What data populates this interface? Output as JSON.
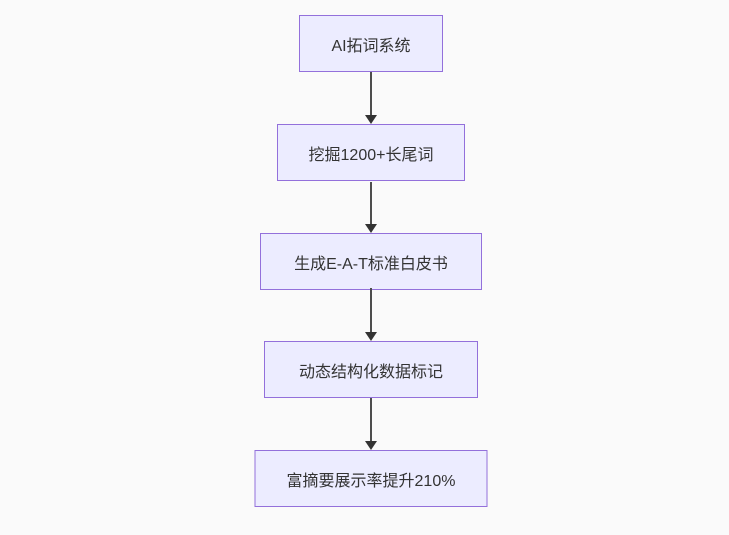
{
  "diagram": {
    "type": "flowchart",
    "direction": "top-down",
    "colors": {
      "background": "#fafafa",
      "node_fill": "#ECECFF",
      "node_border": "#9370DB",
      "node_text": "#333333",
      "edge_line": "#4d4d4d",
      "edge_arrowhead": "#333333"
    },
    "nodes": [
      {
        "label": "AI拓词系统"
      },
      {
        "label": "挖掘1200+长尾词"
      },
      {
        "label": "生成E-A-T标准白皮书"
      },
      {
        "label": "动态结构化数据标记"
      },
      {
        "label": "富摘要展示率提升210%"
      }
    ],
    "edges": [
      {
        "from": 0,
        "to": 1,
        "style": "arrow"
      },
      {
        "from": 1,
        "to": 2,
        "style": "arrow"
      },
      {
        "from": 2,
        "to": 3,
        "style": "arrow"
      },
      {
        "from": 3,
        "to": 4,
        "style": "arrow"
      }
    ]
  }
}
